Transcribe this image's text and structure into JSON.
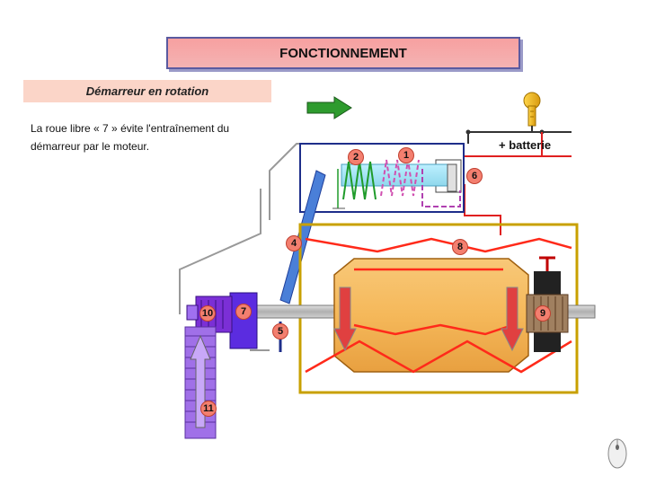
{
  "header": {
    "title": "FONCTIONNEMENT",
    "subtitle": "Démarreur en rotation"
  },
  "description": {
    "line1": "La roue libre « 7 » évite l'entraînement du",
    "line2": "démarreur par le moteur."
  },
  "labels": {
    "battery": "+ batterie",
    "n1": "1",
    "n2": "2",
    "n4": "4",
    "n5": "5",
    "n6": "6",
    "n7": "7",
    "n8": "8",
    "n9": "9",
    "n10": "10",
    "n11": "11"
  },
  "colors": {
    "title_bg": "#f4b3b3",
    "subtitle_bg": "#fbd5c8",
    "badge": "#f37f6f",
    "motor": "#f5b85a",
    "winding": "#ff2a1a",
    "arrow_green": "#2e9b2e",
    "solenoid_blue": "#1e2e8a",
    "pinion": "#7b2fd6",
    "lever": "#4a7fd8",
    "key": "#f0b820"
  },
  "icons": [
    "green-arrow-icon",
    "ignition-key-icon",
    "mouse-icon"
  ]
}
